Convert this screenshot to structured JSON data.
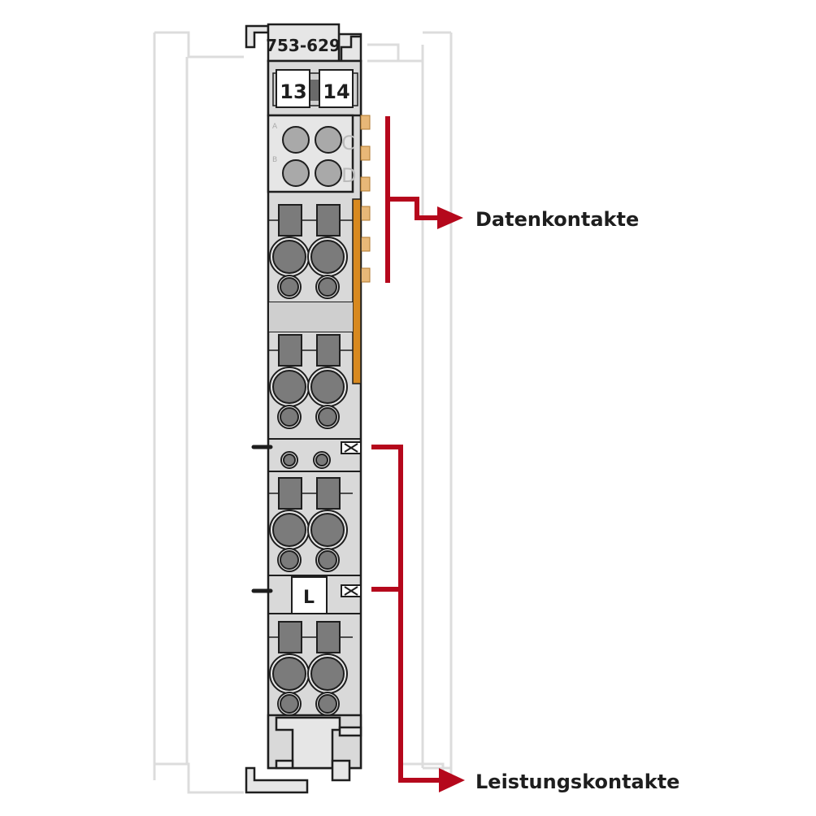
{
  "module": {
    "part_number": "753-629",
    "marker_left": "13",
    "marker_right": "14",
    "led_letters": [
      "A",
      "B",
      "C",
      "D"
    ],
    "power_label": "L"
  },
  "callouts": {
    "data_contacts": "Datenkontakte",
    "power_contacts": "Leistungskontakte"
  },
  "colors": {
    "callout_line": "#b5081c",
    "data_contact": "#e8a24a",
    "body": "#d9d9d9",
    "terminal": "#7b7b7b"
  }
}
